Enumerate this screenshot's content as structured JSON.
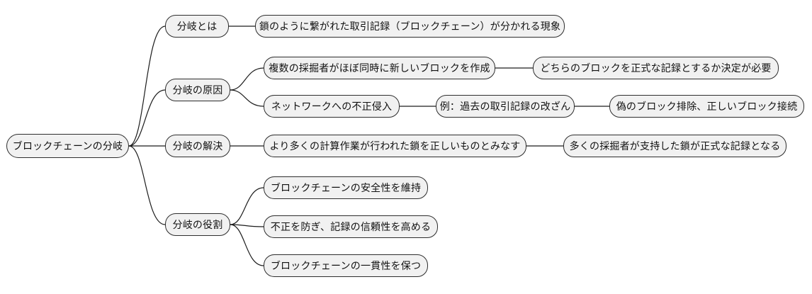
{
  "colors": {
    "background": "#ffffff",
    "node_fill": "#f1f1f1",
    "node_border": "#2e2e2e",
    "edge": "#1c1c1c",
    "text": "#111111"
  },
  "nodes": {
    "root": {
      "label": "ブロックチェーンの分岐"
    },
    "fork_definition": {
      "label": "分岐とは"
    },
    "fork_definition_detail": {
      "label": "鎖のように繋がれた取引記録（ブロックチェーン）が分かれる現象"
    },
    "fork_causes": {
      "label": "分岐の原因"
    },
    "cause_simultaneous": {
      "label": "複数の採掘者がほぼ同時に新しいブロックを作成"
    },
    "cause_simultaneous_detail": {
      "label": "どちらのブロックを正式な記録とするか決定が必要"
    },
    "cause_intrusion": {
      "label": "ネットワークへの不正侵入"
    },
    "intrusion_example": {
      "label": "例：過去の取引記録の改ざん"
    },
    "intrusion_result": {
      "label": "偽のブロック排除、正しいブロック接続"
    },
    "fork_resolution": {
      "label": "分岐の解決"
    },
    "resolution_rule": {
      "label": "より多くの計算作業が行われた鎖を正しいものとみなす"
    },
    "resolution_result": {
      "label": "多くの採掘者が支持した鎖が正式な記録となる"
    },
    "fork_role": {
      "label": "分岐の役割"
    },
    "role_security": {
      "label": "ブロックチェーンの安全性を維持"
    },
    "role_trust": {
      "label": "不正を防ぎ、記録の信頼性を高める"
    },
    "role_consistency": {
      "label": "ブロックチェーンの一貫性を保つ"
    }
  },
  "edges": [
    {
      "from": "root",
      "to": "fork_definition"
    },
    {
      "from": "root",
      "to": "fork_causes"
    },
    {
      "from": "root",
      "to": "fork_resolution"
    },
    {
      "from": "root",
      "to": "fork_role"
    },
    {
      "from": "fork_definition",
      "to": "fork_definition_detail"
    },
    {
      "from": "fork_causes",
      "to": "cause_simultaneous"
    },
    {
      "from": "fork_causes",
      "to": "cause_intrusion"
    },
    {
      "from": "cause_simultaneous",
      "to": "cause_simultaneous_detail"
    },
    {
      "from": "cause_intrusion",
      "to": "intrusion_example"
    },
    {
      "from": "intrusion_example",
      "to": "intrusion_result"
    },
    {
      "from": "fork_resolution",
      "to": "resolution_rule"
    },
    {
      "from": "resolution_rule",
      "to": "resolution_result"
    },
    {
      "from": "fork_role",
      "to": "role_security"
    },
    {
      "from": "fork_role",
      "to": "role_trust"
    },
    {
      "from": "fork_role",
      "to": "role_consistency"
    }
  ]
}
